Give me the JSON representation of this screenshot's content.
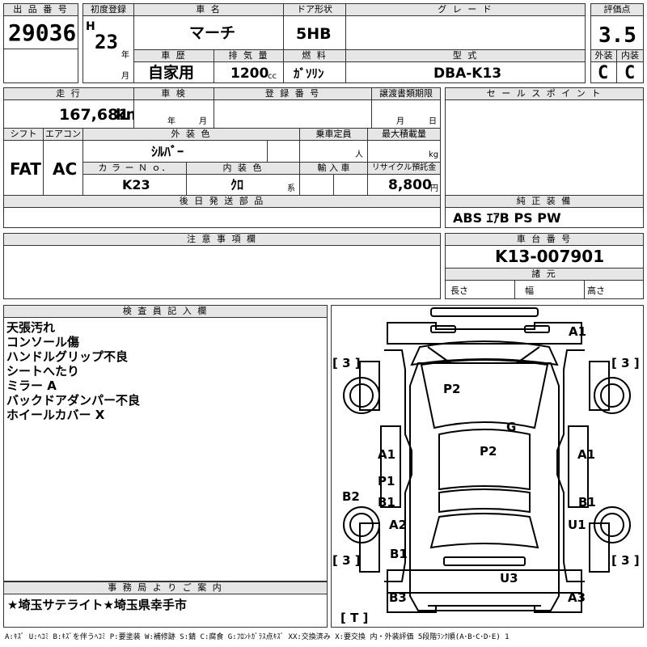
{
  "header": {
    "lot_no_label": "出 品 番 号",
    "lot_no": "29036",
    "first_reg_label": "初度登録",
    "era": "H",
    "year": "23",
    "year_unit": "年",
    "month_unit": "月",
    "car_name_label": "車 名",
    "car_name": "マーチ",
    "door_label": "ドア形状",
    "door": "5HB",
    "grade_label": "グ レ ー ド",
    "grade": "",
    "score_label": "評価点",
    "score": "3.5",
    "history_label": "車 歴",
    "history": "自家用",
    "displacement_label": "排 気 量",
    "displacement": "1200",
    "displacement_unit": "cc",
    "fuel_label": "燃 料",
    "fuel": "ｶﾞｿﾘﾝ",
    "model_label": "型 式",
    "model": "DBA-K13",
    "exterior_label": "外装",
    "exterior": "C",
    "interior_label": "内装",
    "interior": "C"
  },
  "row2": {
    "mileage_label": "走 行",
    "mileage": "167,681",
    "mileage_unit": "km",
    "inspection_label": "車 検",
    "insp_year_unit": "年",
    "insp_month_unit": "月",
    "reg_no_label": "登 録 番 号",
    "transfer_label": "譲渡書類期限",
    "transfer_month_unit": "月",
    "transfer_day_unit": "日",
    "sales_point_label": "セ ー ル ス ポ イ ン ト",
    "shift_label": "シフト",
    "shift": "FAT",
    "ac_label": "エアコン",
    "ac": "AC",
    "ext_color_label": "外 装 色",
    "ext_color": "ｼﾙﾊﾞｰ",
    "capacity_label": "乗車定員",
    "capacity_unit": "人",
    "load_label": "最大積載量",
    "load_unit": "kg",
    "color_no_label": "カ ラ ー Ｎ ｏ．",
    "color_no": "K23",
    "int_color_label": "内 装 色",
    "int_color": "ｸﾛ",
    "int_color_unit": "系",
    "import_label": "輸 入 車",
    "recycle_label": "リサイクル預託金",
    "recycle": "8,800",
    "recycle_unit": "円"
  },
  "parts_label": "後 日 発 送 部 品",
  "equipment_label": "純 正 装 備",
  "equipment": "ABS ｴｱB PS PW",
  "notes_label": "注 意 事 項 欄",
  "chassis_label": "車 台 番 号",
  "chassis": "K13-007901",
  "dims_label": "諸 元",
  "length_label": "長さ",
  "width_label": "幅",
  "height_label": "高さ",
  "inspector_label": "検 査 員 記 入 欄",
  "inspector_notes": [
    "天張汚れ",
    "コンソール傷",
    "ハンドルグリップ不良",
    "シートへたり",
    "ミラー A",
    "バックドアダンパー不良",
    "ホイールカバー X"
  ],
  "office_label": "事 務 局 よ り ご 案 内",
  "office_text": "★埼玉サテライト★埼玉県幸手市",
  "legend": "A:ｷｽﾞ U:ﾍｺﾐ B:ｷｽﾞを伴うﾍｺﾐ P:要塗装 W:補修跡 S:錆 C:腐食 G:ﾌﾛﾝﾄｶﾞﾗｽ点ｷｽﾞ XX:交換済み X:要交換 内・外装評価 5段階ﾗﾝｸ順(A･B･C･D･E) 1",
  "diagram": {
    "marks": [
      "A1",
      "P2",
      "G",
      "P2",
      "A1",
      "A1",
      "P1",
      "B2",
      "B1",
      "B1",
      "A2",
      "U1",
      "B1",
      "U3",
      "B3",
      "A3"
    ],
    "tires": [
      "[ 3 ]",
      "[ 3 ]",
      "[ 3 ]",
      "[ 3 ]",
      "[ T ]"
    ]
  }
}
